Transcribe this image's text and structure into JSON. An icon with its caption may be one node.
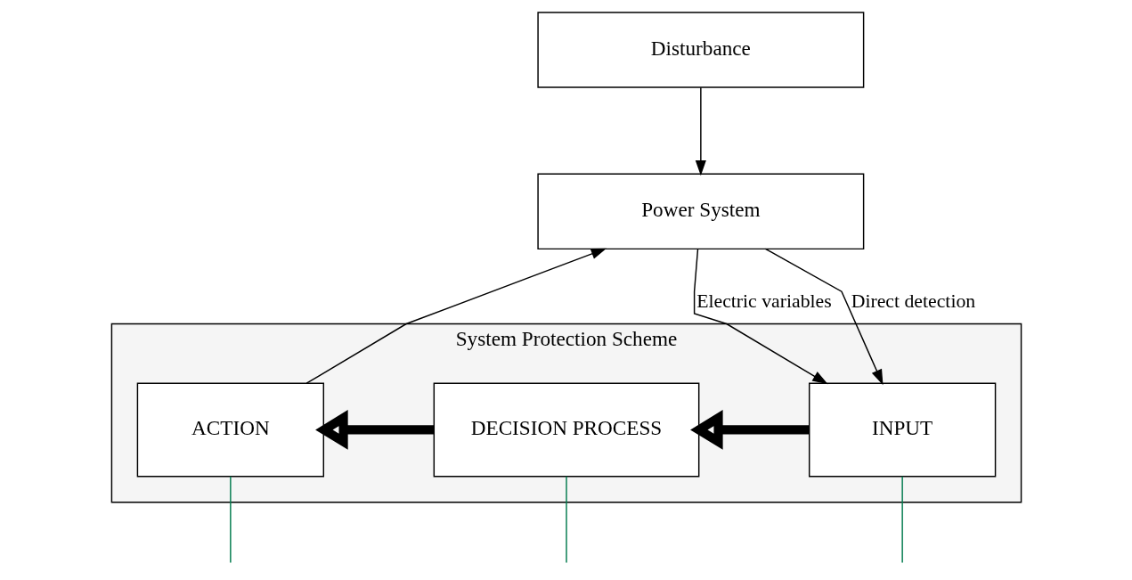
{
  "diagram": {
    "nodes": [
      {
        "text": [
          "Disturbance"
        ]
      },
      {
        "text": [
          "Power System"
        ]
      },
      {
        "text": [
          "System Protection Scheme"
        ]
      },
      {
        "text": [
          "ACTION"
        ],
        "in": 2
      },
      {
        "text": [
          "DECISION PROCESS"
        ],
        "in": 2
      },
      {
        "text": [
          "INPUT"
        ],
        "in": 2
      }
    ],
    "edges": [
      {
        "from": 0,
        "to": 1,
        "arrow": "to"
      },
      {
        "from": 3,
        "to": 1,
        "arrow": "to"
      },
      {
        "from": 1,
        "to": 5,
        "label": "Electric variables",
        "arrow": "to"
      },
      {
        "from": 1,
        "to": 5,
        "label": "Direct detection",
        "arrow": "to"
      },
      {
        "from": 5,
        "to": 4,
        "arrow": "to",
        "style": "thick"
      },
      {
        "from": 4,
        "to": 3,
        "arrow": "to",
        "style": "thick"
      },
      {
        "from": 3,
        "to": null,
        "arrow": "none",
        "color": "#007a4d"
      },
      {
        "from": 4,
        "to": null,
        "arrow": "none",
        "color": "#007a4d"
      },
      {
        "from": 5,
        "to": null,
        "arrow": "none",
        "color": "#007a4d"
      }
    ]
  }
}
